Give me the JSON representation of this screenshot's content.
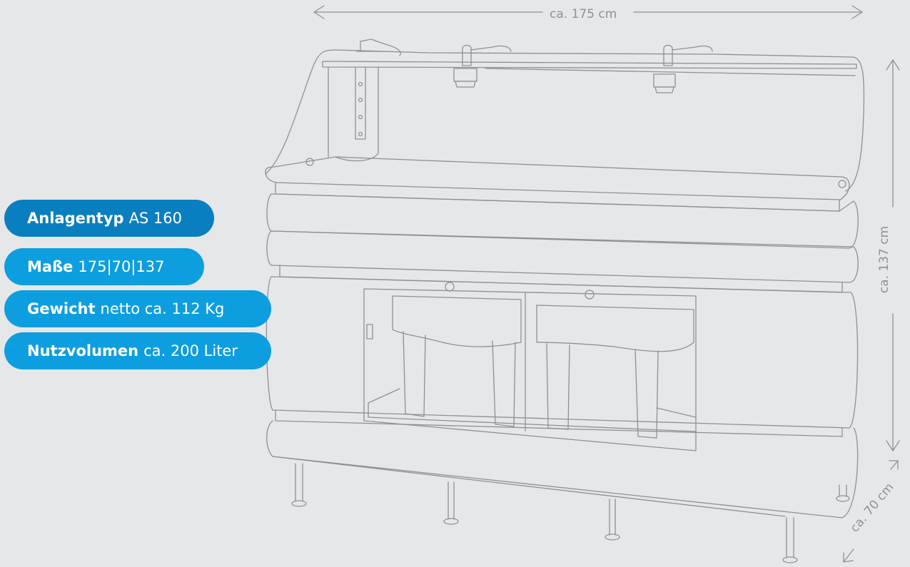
{
  "specs": [
    {
      "label": "Anlagentyp",
      "value": "AS 160"
    },
    {
      "label": "Maße",
      "value": "175|70|137"
    },
    {
      "label": "Gewicht",
      "value": "netto ca. 112 Kg"
    },
    {
      "label": "Nutzvolumen",
      "value": "ca. 200 Liter"
    }
  ],
  "dimensions": {
    "width": "ca. 175 cm",
    "height": "ca. 137 cm",
    "depth": "ca. 70 cm"
  },
  "colors": {
    "background": "#e6e7e8",
    "pill_primary": "#0a7fc0",
    "pill_secondary": "#0d9ee0",
    "line": "#8e9194"
  }
}
